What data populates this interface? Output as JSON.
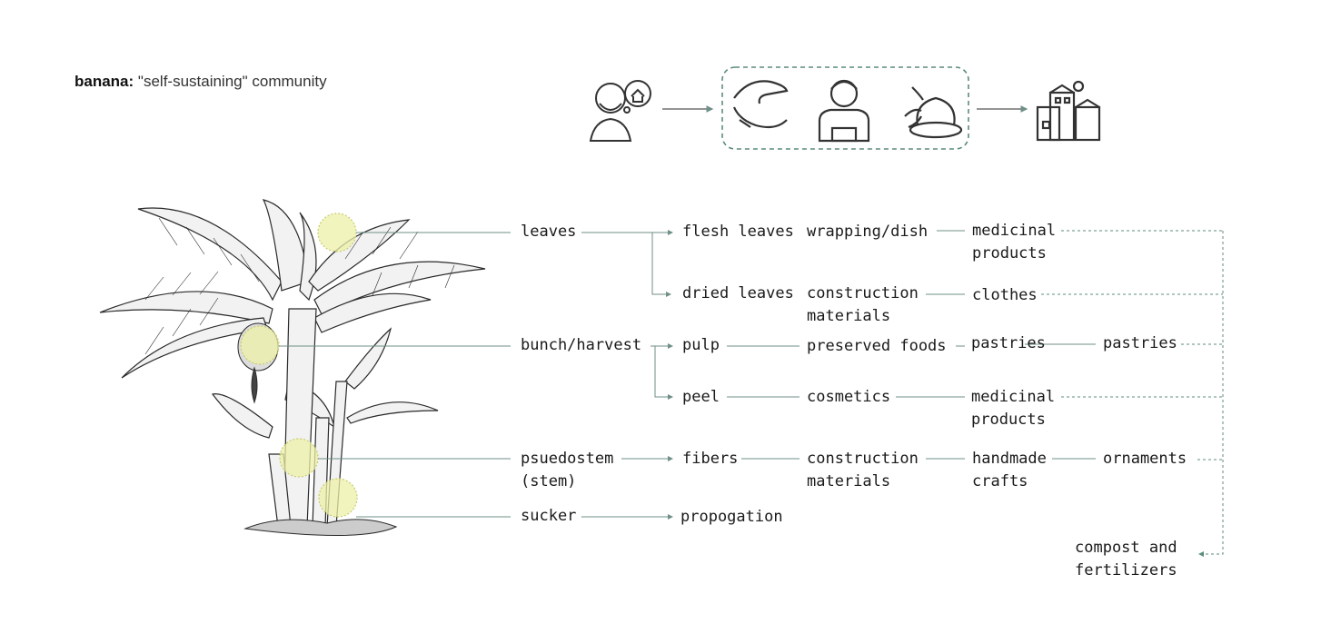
{
  "title": {
    "bold": "banana:",
    "rest": "\"self-sustaining\" community"
  },
  "flow_icons": {
    "start": "thinking-person-home-icon",
    "group": [
      "helping-hands-icon",
      "worker-icon",
      "pottery-hands-icon"
    ],
    "end": "community-houses-icon"
  },
  "parts": {
    "leaves": "leaves",
    "bunch": "bunch/harvest",
    "stem": "psuedostem\n(stem)",
    "sucker": "sucker"
  },
  "products": {
    "flesh_leaves": "flesh leaves",
    "dried_leaves": "dried leaves",
    "pulp": "pulp",
    "peel": "peel",
    "fibers": "fibers",
    "propogation": "propogation"
  },
  "uses": {
    "wrapping": "wrapping/dish",
    "construction1": "construction\nmaterials",
    "preserved": "preserved foods",
    "cosmetics": "cosmetics",
    "construction2": "construction\nmaterials"
  },
  "outputs": {
    "medicinal1": "medicinal\nproducts",
    "clothes": "clothes",
    "pastries1": "pastries",
    "medicinal2": "medicinal\nproducts",
    "handmade": "handmade\ncrafts"
  },
  "finals": {
    "pastries2": "pastries",
    "ornaments": "ornaments",
    "compost": "compost and\nfertilizers"
  },
  "colors": {
    "line": "#6f8f87",
    "dash": "#5c8c7c",
    "highlight": "#eef0a8"
  }
}
